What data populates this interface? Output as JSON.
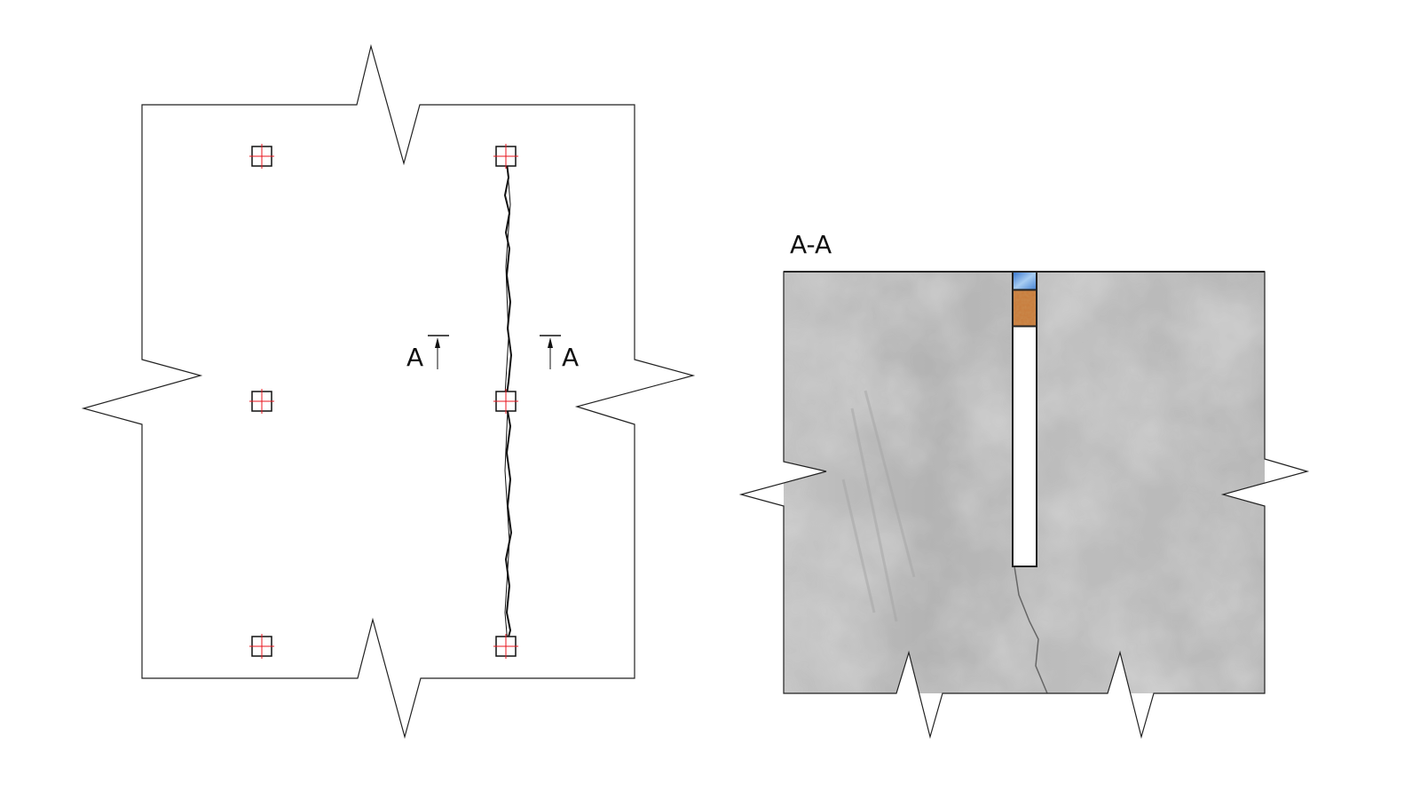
{
  "plan": {
    "section_mark_left": "A",
    "section_mark_right": "A",
    "anchor_color": "#e8141e"
  },
  "section": {
    "title": "A-A",
    "concrete_color": "#b9b9b9",
    "sealant_color": "#5b95d8",
    "backer_color": "#c87a3a"
  }
}
